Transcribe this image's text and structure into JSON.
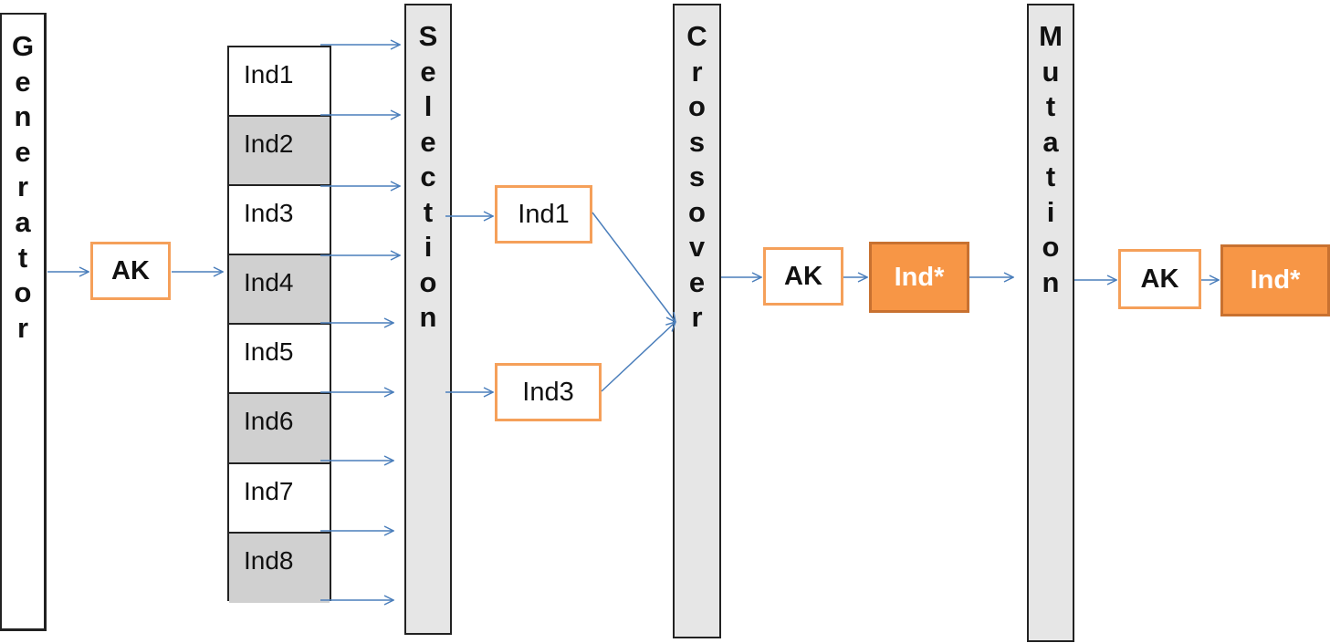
{
  "stages": {
    "generator": "Generator",
    "selection": "Selection",
    "crossover": "Crossover",
    "mutation": "Mutation"
  },
  "population": [
    "Ind1",
    "Ind2",
    "Ind3",
    "Ind4",
    "Ind5",
    "Ind6",
    "Ind7",
    "Ind8"
  ],
  "ak1": "AK",
  "selected": {
    "first": "Ind1",
    "second": "Ind3"
  },
  "crossover_out": {
    "ak": "AK",
    "result": "Ind*"
  },
  "mutation_out": {
    "ak": "AK",
    "result": "Ind*"
  },
  "colors": {
    "arrow": "#4a7ebb",
    "orange_border": "#f5a05a",
    "orange_fill": "#f79646",
    "bar_fill": "#e6e6e6",
    "cell_gray": "#d0d0d0"
  }
}
